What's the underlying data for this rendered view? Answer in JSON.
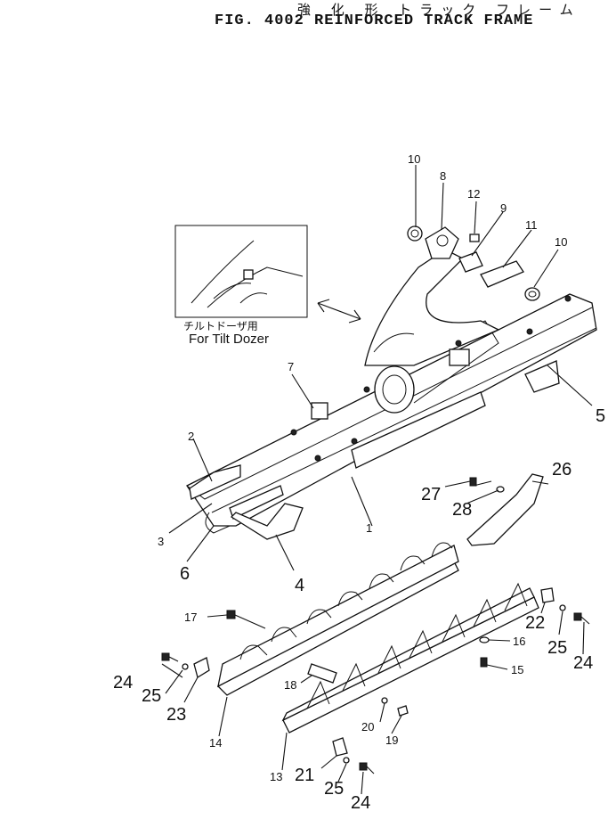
{
  "title": {
    "japanese": "強 化 形 トラック フレーム",
    "english": "FIG. 4002  REINFORCED TRACK FRAME"
  },
  "inset": {
    "label_jp": "チルトドーザ用",
    "label_en": "For Tilt Dozer"
  },
  "callouts": {
    "p1": "1",
    "p2": "2",
    "p3": "3",
    "p4": "4",
    "p5": "5",
    "p6": "6",
    "p7": "7",
    "p8": "8",
    "p9": "9",
    "p10a": "10",
    "p10b": "10",
    "p11": "11",
    "p12": "12",
    "p13": "13",
    "p14": "14",
    "p15": "15",
    "p16": "16",
    "p17": "17",
    "p18": "18",
    "p19": "19",
    "p20": "20",
    "p21": "21",
    "p22": "22",
    "p23": "23",
    "p24a": "24",
    "p24b": "24",
    "p24c": "24",
    "p25a": "25",
    "p25b": "25",
    "p25c": "25",
    "p26": "26",
    "p27": "27",
    "p28": "28"
  }
}
